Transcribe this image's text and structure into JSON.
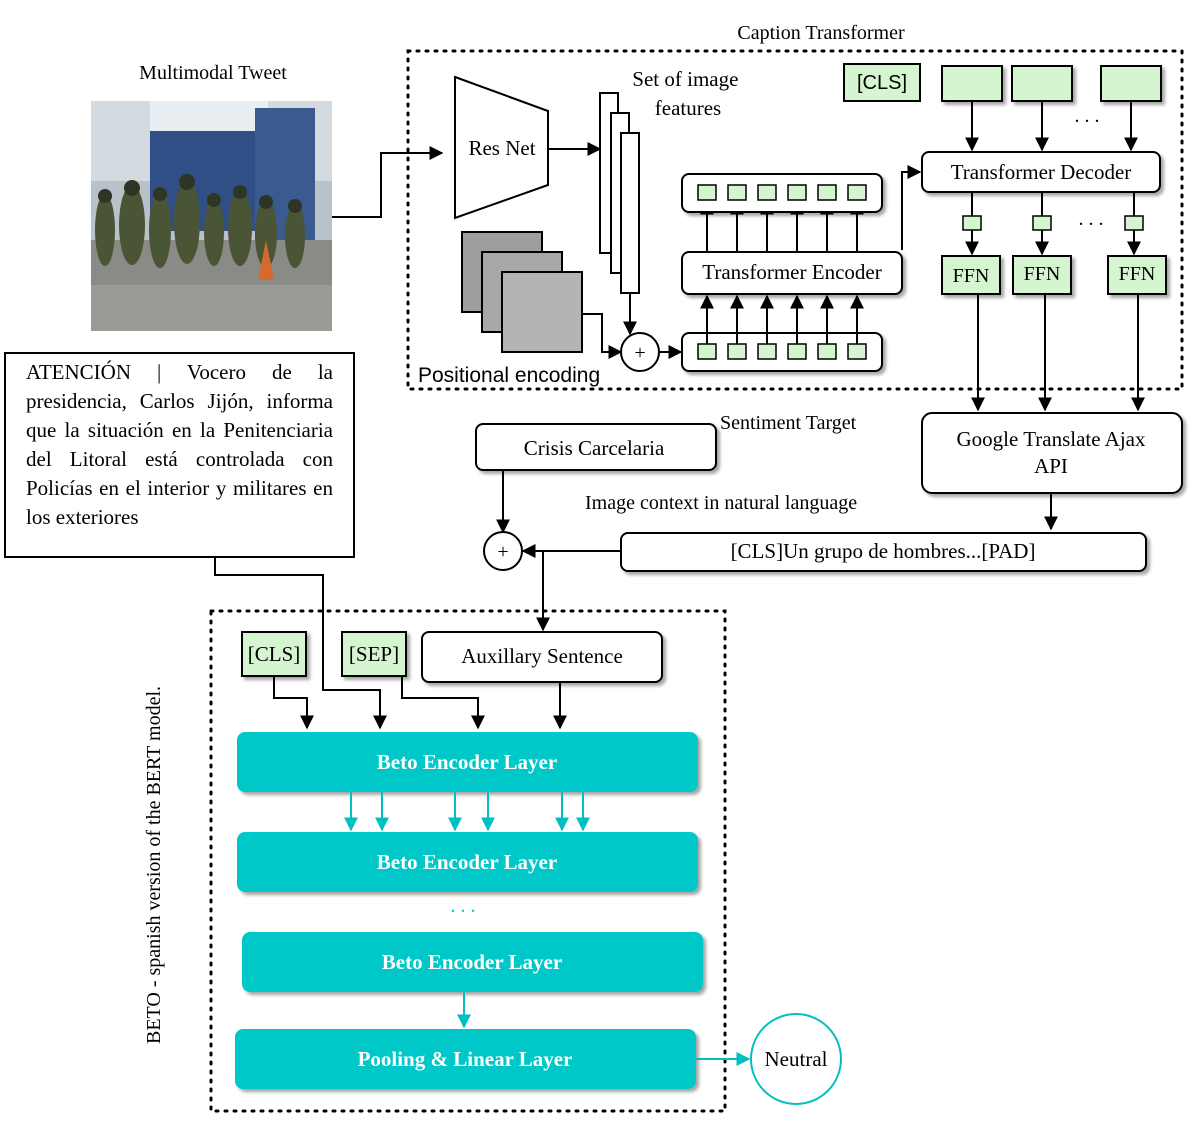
{
  "tweet": {
    "title": "Multimodal Tweet",
    "text": "ATENCIÓN | Vocero de la presidencia, Carlos Jijón, informa que la situación en la Penitenciaria del Litoral está controlada con Policías en el interior y militares en los exteriores"
  },
  "caption_transformer": {
    "title": "Caption Transformer",
    "resnet_label": "Res Net",
    "image_features_label": "Set of image features",
    "positional_encoding_label": "Positional encoding",
    "encoder_label": "Transformer Encoder",
    "decoder_label": "Transformer Decoder",
    "cls_token": "[CLS]",
    "ellipsis": ". . .",
    "ffn_label": "FFN",
    "plus": "+"
  },
  "translate": {
    "label_line1": "Google Translate Ajax",
    "label_line2": "API"
  },
  "sentiment": {
    "target_label": "Sentiment Target",
    "target_value": "Crisis Carcelaria",
    "context_label": "Image context in natural language",
    "context_value": "[CLS]Un grupo de hombres...[PAD]",
    "plus": "+"
  },
  "beto": {
    "side_label": "BETO - spanish version of the BERT model.",
    "cls_token": "[CLS]",
    "sep_token": "[SEP]",
    "aux_sentence": "Auxillary Sentence",
    "encoder_layer": "Beto Encoder Layer",
    "ellipsis": ". . .",
    "pooling_layer": "Pooling & Linear Layer",
    "output": "Neutral"
  },
  "colors": {
    "token_green": "#d5f5d0",
    "beto_cyan": "#00c8c8",
    "beto_arrow": "#00bfc2"
  }
}
